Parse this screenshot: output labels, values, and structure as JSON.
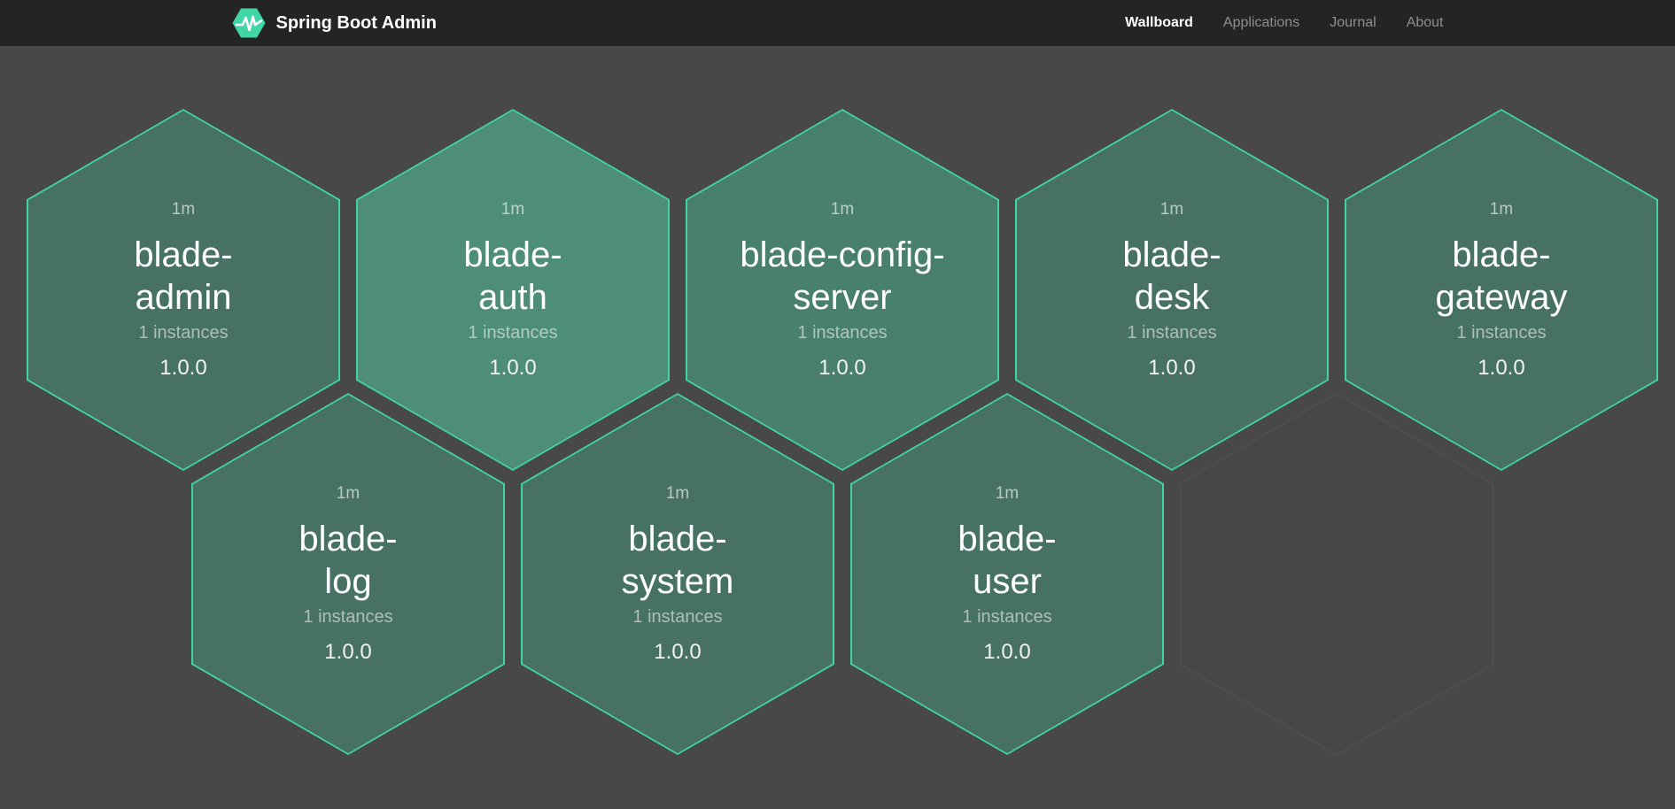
{
  "navbar": {
    "brand": "Spring Boot Admin",
    "links": [
      {
        "label": "Wallboard",
        "active": true
      },
      {
        "label": "Applications",
        "active": false
      },
      {
        "label": "Journal",
        "active": false
      },
      {
        "label": "About",
        "active": false
      }
    ]
  },
  "wallboard": {
    "applications": [
      {
        "name": "blade-admin",
        "uptime": "1m",
        "instances": "1 instances",
        "version": "1.0.0",
        "status": "up",
        "fill": "#477164"
      },
      {
        "name": "blade-auth",
        "uptime": "1m",
        "instances": "1 instances",
        "version": "1.0.0",
        "status": "up",
        "fill": "#4e8e77"
      },
      {
        "name": "blade-config-server",
        "uptime": "1m",
        "instances": "1 instances",
        "version": "1.0.0",
        "status": "up",
        "fill": "#48806b"
      },
      {
        "name": "blade-desk",
        "uptime": "1m",
        "instances": "1 instances",
        "version": "1.0.0",
        "status": "up",
        "fill": "#477164"
      },
      {
        "name": "blade-gateway",
        "uptime": "1m",
        "instances": "1 instances",
        "version": "1.0.0",
        "status": "up",
        "fill": "#477164"
      },
      {
        "name": "blade-log",
        "uptime": "1m",
        "instances": "1 instances",
        "version": "1.0.0",
        "status": "up",
        "fill": "#477164"
      },
      {
        "name": "blade-system",
        "uptime": "1m",
        "instances": "1 instances",
        "version": "1.0.0",
        "status": "up",
        "fill": "#477164"
      },
      {
        "name": "blade-user",
        "uptime": "1m",
        "instances": "1 instances",
        "version": "1.0.0",
        "status": "up",
        "fill": "#477164"
      }
    ],
    "empty_placeholder": true
  },
  "colors": {
    "page_background": "#484848",
    "navbar_background": "#242424",
    "hexagon_border": "#42d3a2",
    "brand_green": "#41d6a6",
    "inactive_link": "#8f8f8f"
  }
}
